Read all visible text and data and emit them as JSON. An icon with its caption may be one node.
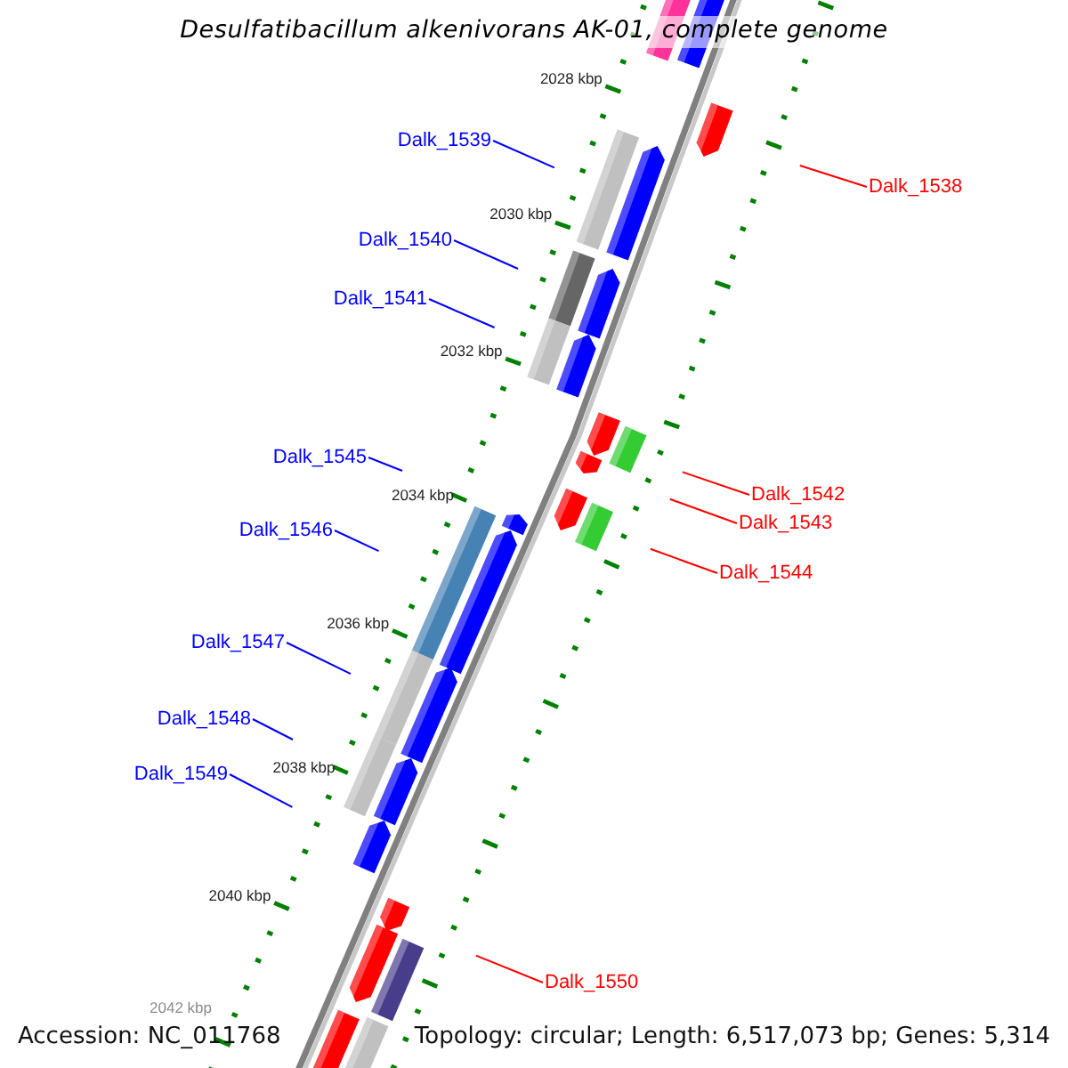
{
  "diagram": {
    "title": "Desulfatibacillum alkenivorans AK-01, complete genome",
    "nodes": [
      {
        "text": [
          "Dalk_1539"
        ]
      },
      {
        "text": [
          "Dalk_1538"
        ]
      },
      {
        "text": [
          "Dalk_1540"
        ]
      },
      {
        "text": [
          "Dalk_1541"
        ]
      },
      {
        "text": [
          "Dalk_1545"
        ]
      },
      {
        "text": [
          "Dalk_1542"
        ]
      },
      {
        "text": [
          "Dalk_1543"
        ]
      },
      {
        "text": [
          "Dalk_1546"
        ]
      },
      {
        "text": [
          "Dalk_1544"
        ]
      },
      {
        "text": [
          "Dalk_1547"
        ]
      },
      {
        "text": [
          "Dalk_1548"
        ]
      },
      {
        "text": [
          "Dalk_1549"
        ]
      },
      {
        "text": [
          "Dalk_1550"
        ]
      }
    ],
    "edges": [
      {
        "from": 0,
        "to": null,
        "arrow": "none"
      },
      {
        "from": 1,
        "to": null,
        "arrow": "none",
        "color": "#ff0000"
      },
      {
        "from": 2,
        "to": null,
        "arrow": "none"
      },
      {
        "from": 3,
        "to": null,
        "arrow": "none"
      },
      {
        "from": 4,
        "to": null,
        "arrow": "none"
      },
      {
        "from": 5,
        "to": null,
        "arrow": "none",
        "color": "#ff0000"
      },
      {
        "from": 6,
        "to": null,
        "arrow": "none",
        "color": "#ff0000"
      },
      {
        "from": 7,
        "to": null,
        "arrow": "none"
      },
      {
        "from": 8,
        "to": null,
        "arrow": "none",
        "color": "#ff0000"
      },
      {
        "from": 9,
        "to": null,
        "arrow": "none"
      },
      {
        "from": 10,
        "to": null,
        "arrow": "none"
      },
      {
        "from": 11,
        "to": null,
        "arrow": "none"
      },
      {
        "from": 12,
        "to": null,
        "arrow": "none",
        "color": "#ff0000"
      }
    ],
    "labels": [
      "2028 kbp",
      "2030 kbp",
      "2032 kbp",
      "2034 kbp",
      "2036 kbp",
      "2038 kbp",
      "2040 kbp",
      "2042 kbp",
      "Accession: NC_011768",
      "Topology: circular; Length: 6,517,073 bp; Genes: 5,314"
    ]
  }
}
